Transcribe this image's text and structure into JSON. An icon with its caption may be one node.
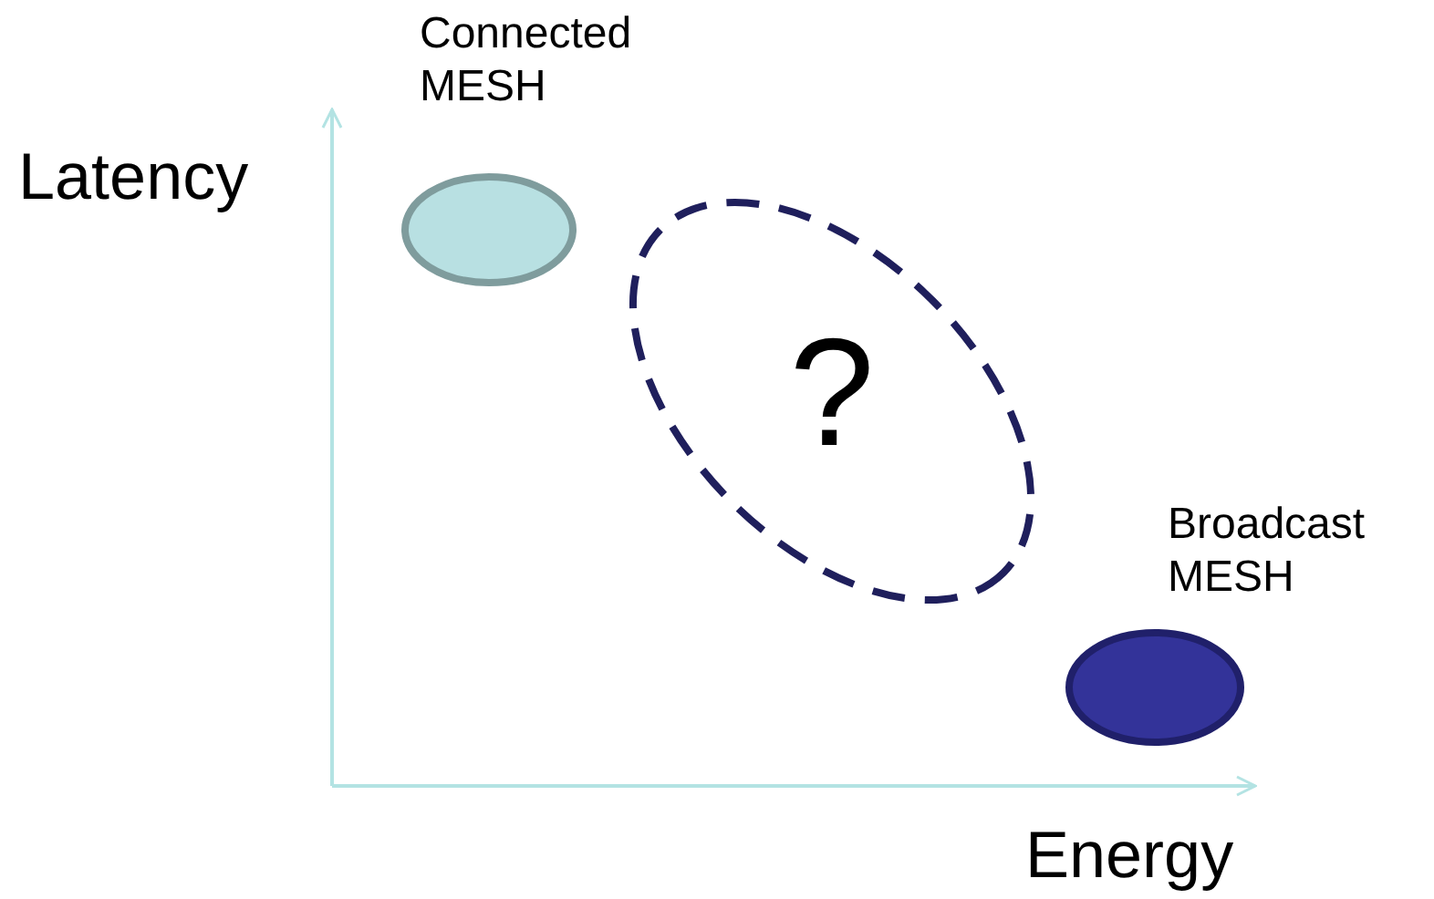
{
  "diagram": {
    "nodes": [
      {
        "text": [
          "Connected MESH"
        ]
      },
      {
        "text": [
          "?"
        ]
      },
      {
        "text": [
          "Broadcast MESH"
        ]
      }
    ],
    "labels": [
      "Latency",
      "Energy"
    ]
  }
}
